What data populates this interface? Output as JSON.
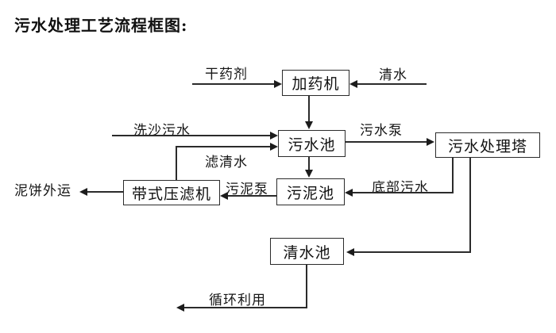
{
  "title": "污水处理工艺流程框图:",
  "diagram": {
    "nodes": {
      "dosing_machine": "加药机",
      "sewage_pool": "污水池",
      "treatment_tower": "污水处理塔",
      "sludge_pool": "污泥池",
      "belt_filter_press": "带式压滤机",
      "clear_water_pool": "清水池"
    },
    "labels": {
      "dry_chemical": "干药剂",
      "clear_water": "清水",
      "sand_washing_sewage": "洗沙污水",
      "sewage_pump": "污水泵",
      "filtered_water": "滤清水",
      "bottom_sewage": "底部污水",
      "sludge_pump": "污泥泵",
      "mud_cake_out": "泥饼外运",
      "recycle_use": "循环利用"
    },
    "colors": {
      "line": "#2b2b2b",
      "text": "#111111",
      "background": "#ffffff"
    }
  }
}
